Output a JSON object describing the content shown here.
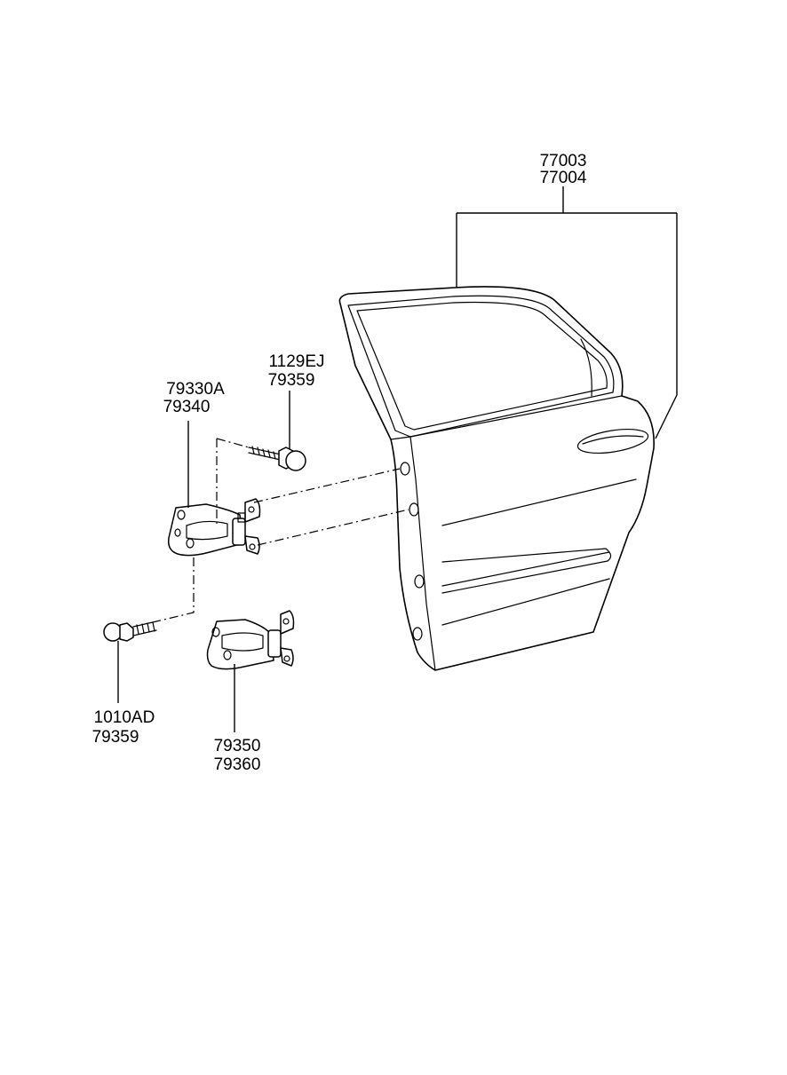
{
  "diagram": {
    "colors": {
      "line": "#000000",
      "background": "#ffffff"
    },
    "callouts": {
      "door_panel": {
        "line1": "77003",
        "line2": "77004"
      },
      "upper_hinge_bolt": {
        "line1": "1129EJ",
        "line2": "79359"
      },
      "upper_hinge": {
        "line1": "79330A",
        "line2": "79340"
      },
      "lower_hinge_bolt": {
        "line1": "1010AD",
        "line2": "79359"
      },
      "lower_hinge": {
        "line1": "79350",
        "line2": "79360"
      }
    }
  }
}
